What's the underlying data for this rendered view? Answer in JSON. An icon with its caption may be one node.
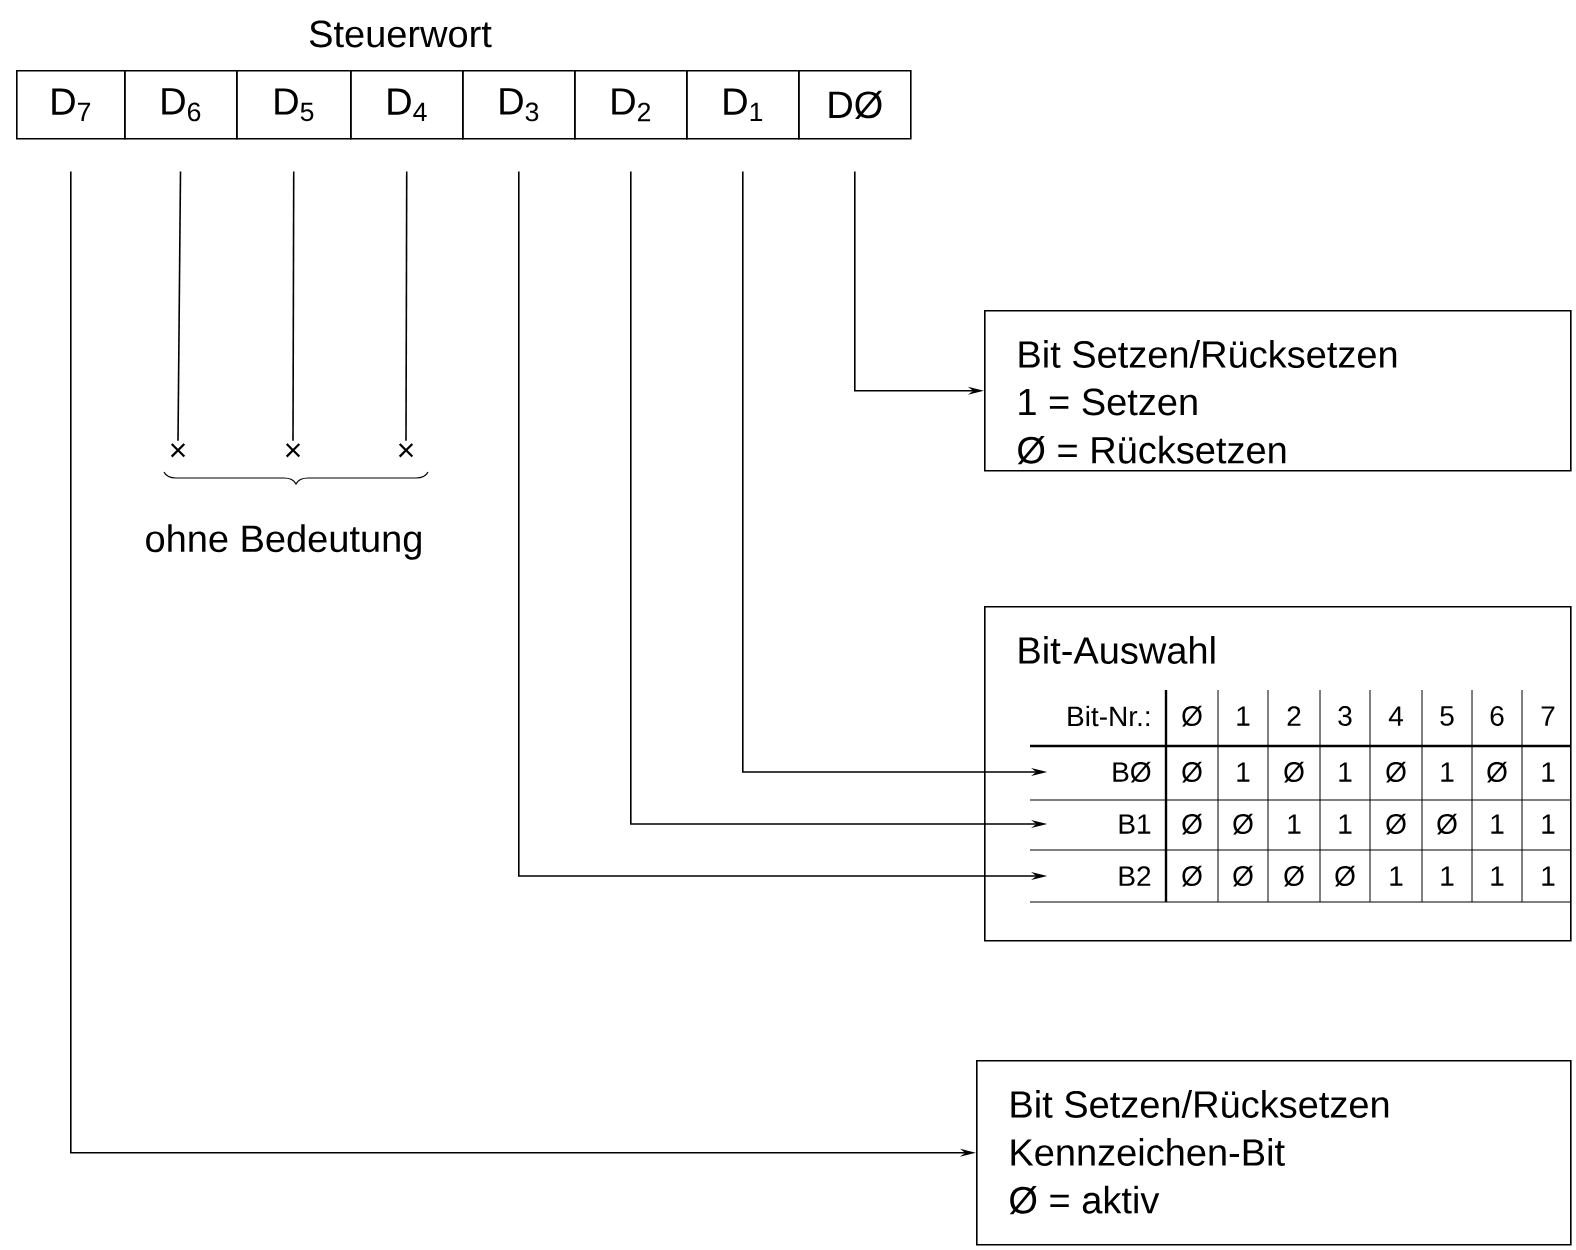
{
  "diagram": {
    "title": "Steuerwort",
    "nodes": [
      {
        "text": [
          "D$_{7}$"
        ]
      },
      {
        "text": [
          "D$_{6}$"
        ]
      },
      {
        "text": [
          "D$_{5}$"
        ]
      },
      {
        "text": [
          "D$_{4}$"
        ]
      },
      {
        "text": [
          "D$_{3}$"
        ]
      },
      {
        "text": [
          "D$_{2}$"
        ]
      },
      {
        "text": [
          "D$_{1}$"
        ]
      },
      {
        "text": [
          "DØ"
        ]
      },
      {
        "text": [
          "×"
        ]
      },
      {
        "text": [
          "×"
        ]
      },
      {
        "text": [
          "×"
        ]
      },
      {
        "text": [
          "Bit Setzen/Rücksetzen",
          "1 = Setzen",
          "Ø = Rücksetzen"
        ]
      },
      {
        "text": [
          "Bit-Auswahl"
        ]
      },
      {
        "text": [
          "BØ"
        ],
        "in": 12
      },
      {
        "text": [
          "B1"
        ],
        "in": 12
      },
      {
        "text": [
          "B2"
        ],
        "in": 12
      },
      {
        "text": [
          "Bit Setzen/Rücksetzen",
          "Kennzeichen-Bit",
          "Ø = aktiv"
        ]
      }
    ],
    "edges": [
      {
        "from": 1,
        "to": 8,
        "arrow": "none"
      },
      {
        "from": 2,
        "to": 9,
        "arrow": "none"
      },
      {
        "from": 3,
        "to": 10,
        "arrow": "none"
      },
      {
        "from": 7,
        "to": 11,
        "arrow": "to"
      },
      {
        "from": 6,
        "to": 13,
        "arrow": "to"
      },
      {
        "from": 5,
        "to": 14,
        "arrow": "to"
      },
      {
        "from": 4,
        "to": 15,
        "arrow": "to"
      },
      {
        "from": 0,
        "to": 16,
        "arrow": "to"
      }
    ],
    "labels": [
      "ohne Bedeutung",
      "Bit-Nr.:",
      "Ø",
      "1",
      "2",
      "3",
      "4",
      "5",
      "6",
      "7",
      "Ø",
      "1",
      "Ø",
      "1",
      "Ø",
      "1",
      "Ø",
      "1",
      "Ø",
      "Ø",
      "1",
      "1",
      "Ø",
      "Ø",
      "1",
      "1",
      "Ø",
      "Ø",
      "Ø",
      "Ø",
      "1",
      "1",
      "1",
      "1"
    ]
  }
}
